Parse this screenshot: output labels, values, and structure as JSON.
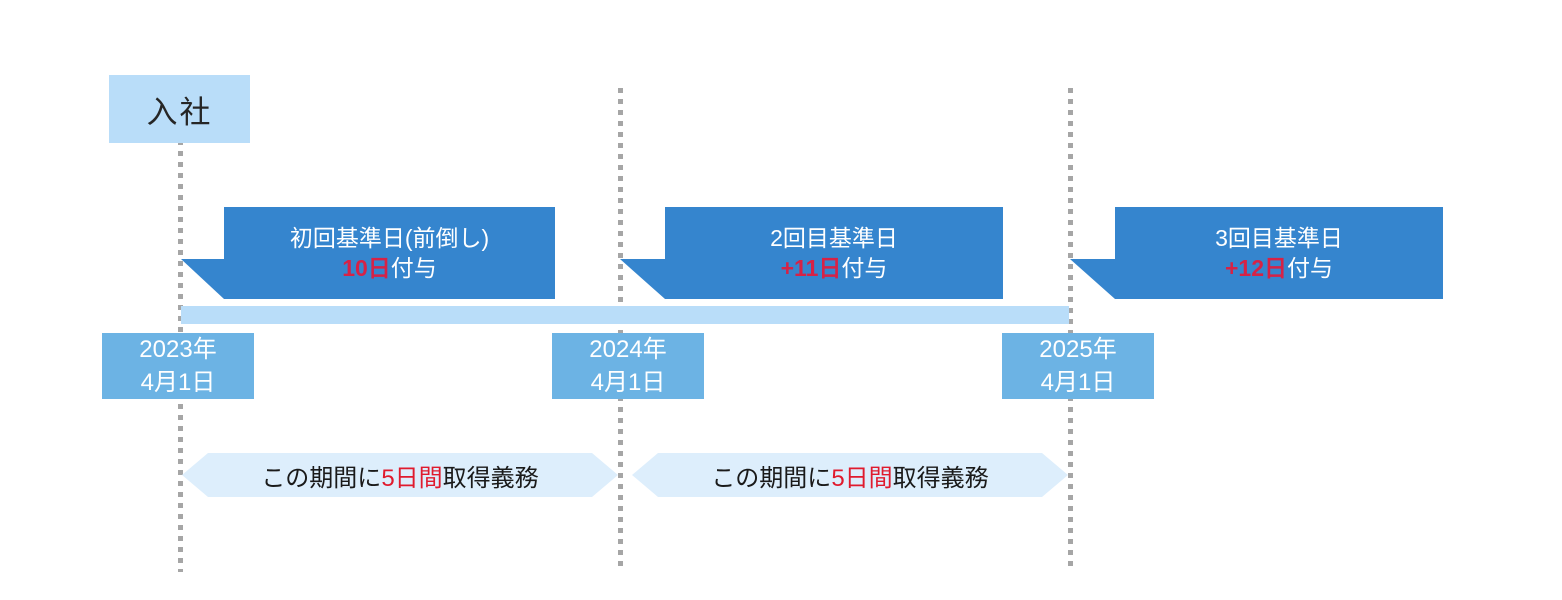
{
  "diagram": {
    "title_label": "入社",
    "colors": {
      "callout_blue": "#3585ce",
      "light_blue": "#b9ddf9",
      "date_blue": "#6cb3e4",
      "chevron_blue": "#ddeefc",
      "highlight_red": "#d62246",
      "guideline_gray": "#a6a6a6"
    },
    "callouts": [
      {
        "line1": "初回基準日(前倒し)",
        "line2_highlight": "10日",
        "line2_rest": "付与"
      },
      {
        "line1": "2回目基準日",
        "line2_highlight": "+11日",
        "line2_rest": "付与"
      },
      {
        "line1": "3回目基準日",
        "line2_highlight": "+12日",
        "line2_rest": "付与"
      }
    ],
    "dates": [
      {
        "year": "2023年",
        "day": "4月1日"
      },
      {
        "year": "2024年",
        "day": "4月1日"
      },
      {
        "year": "2025年",
        "day": "4月1日"
      }
    ],
    "duty_banners": [
      {
        "prefix": "この期間に",
        "highlight": "5日間",
        "suffix": "取得義務"
      },
      {
        "prefix": "この期間に",
        "highlight": "5日間",
        "suffix": "取得義務"
      }
    ]
  }
}
